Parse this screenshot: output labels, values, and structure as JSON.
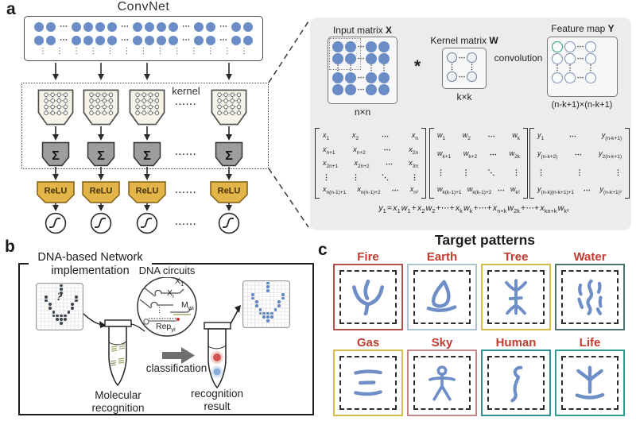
{
  "symbols": {
    "cdots": "⋯",
    "vdots": "⋮",
    "ddots": "⋱"
  },
  "panel_a": {
    "label": "a",
    "title": "ConvNet",
    "kernel_label": "kernel",
    "ellipsis": "......",
    "sum_symbol": "Σ",
    "relu_label": "ReLU",
    "input_groups": [
      2,
      4,
      4,
      2,
      2
    ],
    "vdots_count": 13,
    "colors": {
      "neuron": "#6a8cc7",
      "kernel_fill": "#f6f3e8",
      "sum_fill": "#9d9d9d",
      "relu_fill": "#e3b548"
    }
  },
  "inset": {
    "input_matrix_title": {
      "prefix": "Input matrix ",
      "bold": "X"
    },
    "input_dim": "n×n",
    "star": "*",
    "kernel_matrix_title": {
      "prefix": "Kernel matrix ",
      "bold": "W"
    },
    "kernel_dim": "k×k",
    "convolution_label": "convolution",
    "feature_map_title": {
      "prefix": "Feature map ",
      "bold": "Y"
    },
    "feature_dim": "(n-k+1)×(n-k+1)",
    "matrix_x": [
      [
        [
          "x",
          "1"
        ],
        [
          "x",
          "2"
        ],
        [
          "⋯"
        ],
        [
          "x",
          "n"
        ]
      ],
      [
        [
          "x",
          "n+1"
        ],
        [
          "x",
          "n+2"
        ],
        [
          "⋯"
        ],
        [
          "x",
          "2n"
        ]
      ],
      [
        [
          "x",
          "2n+1"
        ],
        [
          "x",
          "2n+2"
        ],
        [
          "⋯"
        ],
        [
          "x",
          "3n"
        ]
      ],
      [
        [
          "⋮"
        ],
        [
          "⋮"
        ],
        [
          "⋱"
        ],
        [
          "⋮"
        ]
      ],
      [
        [
          "x",
          "n(n-1)+1"
        ],
        [
          "x",
          "n(n-1)+2"
        ],
        [
          "⋯"
        ],
        [
          "x",
          "n²"
        ]
      ]
    ],
    "matrix_w": [
      [
        [
          "w",
          "1"
        ],
        [
          "w",
          "2"
        ],
        [
          "⋯"
        ],
        [
          "w",
          "k"
        ]
      ],
      [
        [
          "w",
          "k+1"
        ],
        [
          "w",
          "k+2"
        ],
        [
          "⋯"
        ],
        [
          "w",
          "2k"
        ]
      ],
      [
        [
          "⋮"
        ],
        [
          "⋮"
        ],
        [
          "⋱"
        ],
        [
          "⋮"
        ]
      ],
      [
        [
          "w",
          "k(k-1)+1"
        ],
        [
          "w",
          "k(k-1)+2"
        ],
        [
          "⋯"
        ],
        [
          "w",
          "k²"
        ]
      ]
    ],
    "matrix_y": [
      [
        [
          "y",
          "1"
        ],
        [
          "⋯"
        ],
        [
          "y",
          "(n-k+1)"
        ]
      ],
      [
        [
          "y",
          "(n-k+2)"
        ],
        [
          "⋯"
        ],
        [
          "y",
          "2(n-k+1)"
        ]
      ],
      [
        [
          "⋮"
        ],
        [
          "⋮"
        ],
        [
          "⋮"
        ]
      ],
      [
        [
          "y",
          "(n-k)(n-k+1)+1"
        ],
        [
          "⋯"
        ],
        [
          "y",
          "(n-k+1)²"
        ]
      ]
    ],
    "equation": [
      [
        "y",
        "1"
      ],
      [
        "="
      ],
      [
        "x",
        "1"
      ],
      [
        "w",
        "1"
      ],
      [
        "+"
      ],
      [
        "x",
        "2"
      ],
      [
        "w",
        "2"
      ],
      [
        "+⋯+"
      ],
      [
        "x",
        "k"
      ],
      [
        "w",
        "k"
      ],
      [
        "+⋯+"
      ],
      [
        "x",
        "n+k"
      ],
      [
        "w",
        "2k"
      ],
      [
        "+⋯+"
      ],
      [
        "x",
        "kn+k"
      ],
      [
        "w",
        "k²"
      ]
    ]
  },
  "panel_b": {
    "label": "b",
    "title_lines": [
      "DNA-based Network",
      "implementation"
    ],
    "dna_circuits_label": "DNA circuits",
    "strands": [
      {
        "base": "X",
        "sub": "1"
      },
      {
        "base": "X",
        "sub": "i"
      },
      {
        "base": "M",
        "sub": "wi"
      },
      {
        "base": "Rep",
        "sub": "yi"
      }
    ],
    "classification_label": "classification",
    "molecular_label_lines": [
      "Molecular",
      "recognition"
    ],
    "result_label_lines": [
      "recognition",
      "result"
    ],
    "unknown_mark": "?",
    "input_dot_color": "#3e464f",
    "output_dot_color": "#5e86c4",
    "pattern_dots": [
      [
        6,
        0
      ],
      [
        6,
        1
      ],
      [
        6,
        2
      ],
      [
        2,
        3
      ],
      [
        2,
        4
      ],
      [
        3,
        5
      ],
      [
        3,
        6
      ],
      [
        4,
        7
      ],
      [
        10,
        3
      ],
      [
        10,
        4
      ],
      [
        9,
        5
      ],
      [
        9,
        6
      ],
      [
        8,
        7
      ],
      [
        4,
        8
      ],
      [
        5,
        8
      ],
      [
        6,
        8
      ],
      [
        7,
        8
      ],
      [
        5,
        9
      ],
      [
        6,
        9
      ],
      [
        7,
        9
      ],
      [
        6,
        10
      ]
    ]
  },
  "panel_c": {
    "label": "c",
    "title": "Target patterns",
    "label_color": "#c23b30",
    "glyph_color": "#6d8ec7",
    "patterns": [
      {
        "name": "Fire",
        "border": "#b5524d",
        "glyph": "fire"
      },
      {
        "name": "Earth",
        "border": "#abc3cd",
        "glyph": "earth"
      },
      {
        "name": "Tree",
        "border": "#d6b94c",
        "glyph": "tree"
      },
      {
        "name": "Water",
        "border": "#517070",
        "glyph": "water"
      },
      {
        "name": "Gas",
        "border": "#d6b94c",
        "glyph": "gas"
      },
      {
        "name": "Sky",
        "border": "#c3878b",
        "glyph": "sky"
      },
      {
        "name": "Human",
        "border": "#2e8f96",
        "glyph": "human"
      },
      {
        "name": "Life",
        "border": "#2e9e8e",
        "glyph": "life"
      }
    ]
  }
}
